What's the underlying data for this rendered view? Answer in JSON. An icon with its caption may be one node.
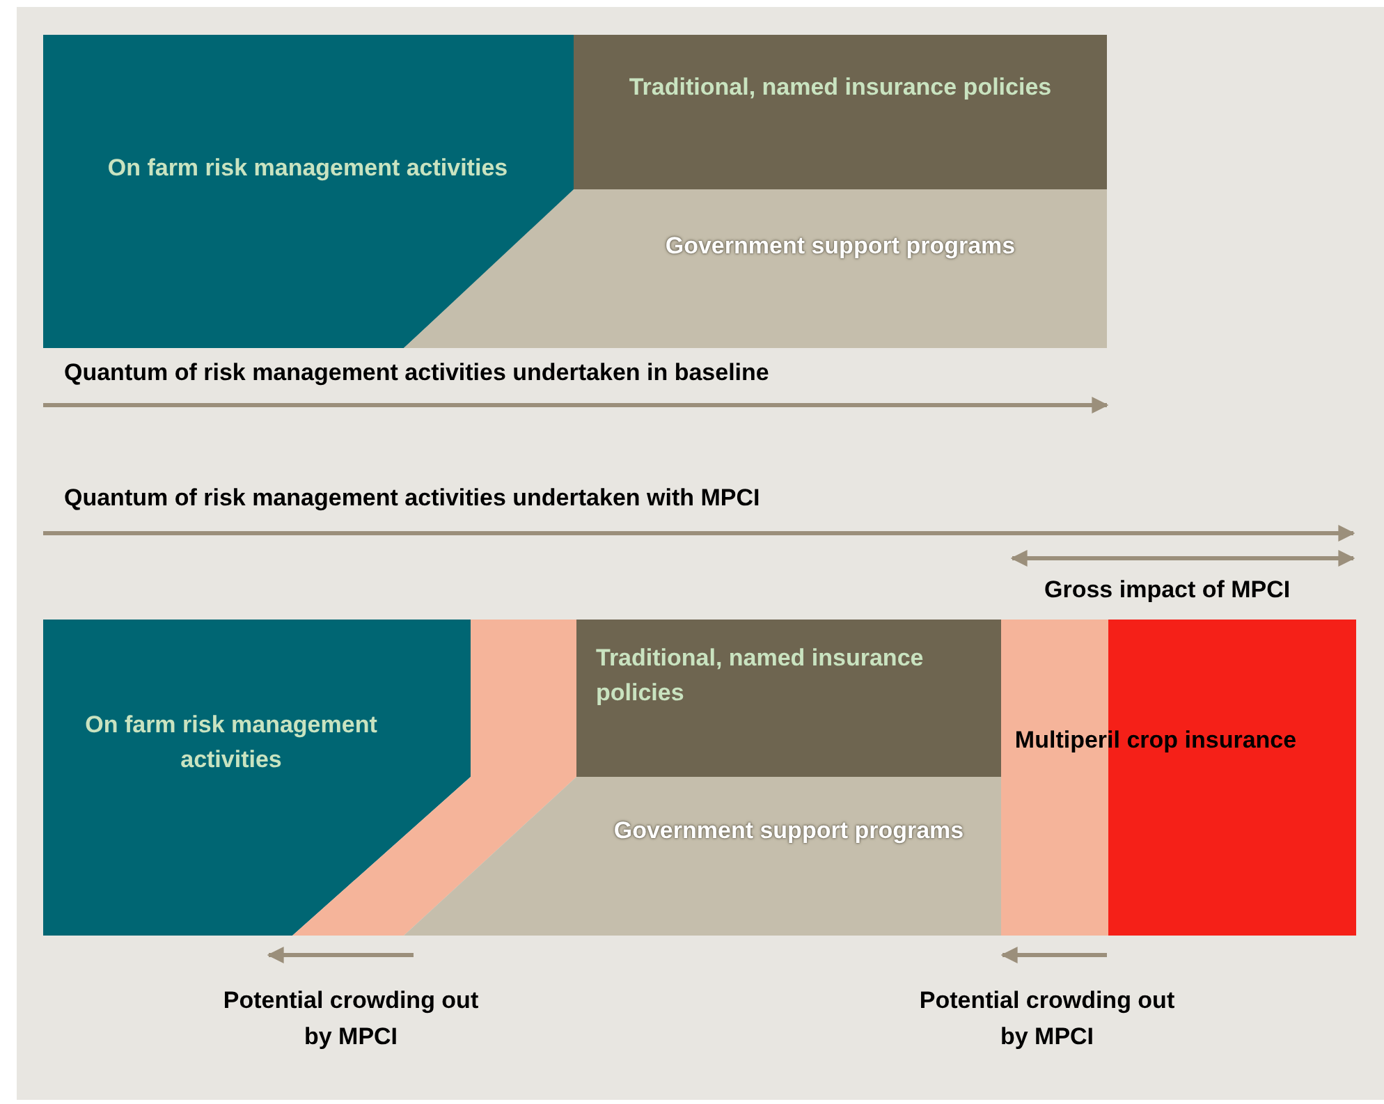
{
  "diagram": {
    "nodes": [
      {
        "text": [
          "On farm risk management activities"
        ]
      },
      {
        "text": [
          "Traditional, named insurance policies"
        ]
      },
      {
        "text": [
          "Government support programs"
        ]
      },
      {
        "text": [
          "On farm risk management activities"
        ]
      },
      {
        "text": [],
        "shape": "band"
      },
      {
        "text": [
          "Traditional, named insurance policies"
        ]
      },
      {
        "text": [
          "Government support programs"
        ]
      },
      {
        "text": [
          "Multiperil crop insurance"
        ]
      }
    ],
    "edges": [],
    "labels": [
      "Quantum of risk management activities undertaken in baseline",
      "Quantum of risk management activities undertaken with MPCI",
      "Gross impact of MPCI",
      "Potential crowding out by MPCI",
      "Potential crowding out by MPCI"
    ]
  }
}
